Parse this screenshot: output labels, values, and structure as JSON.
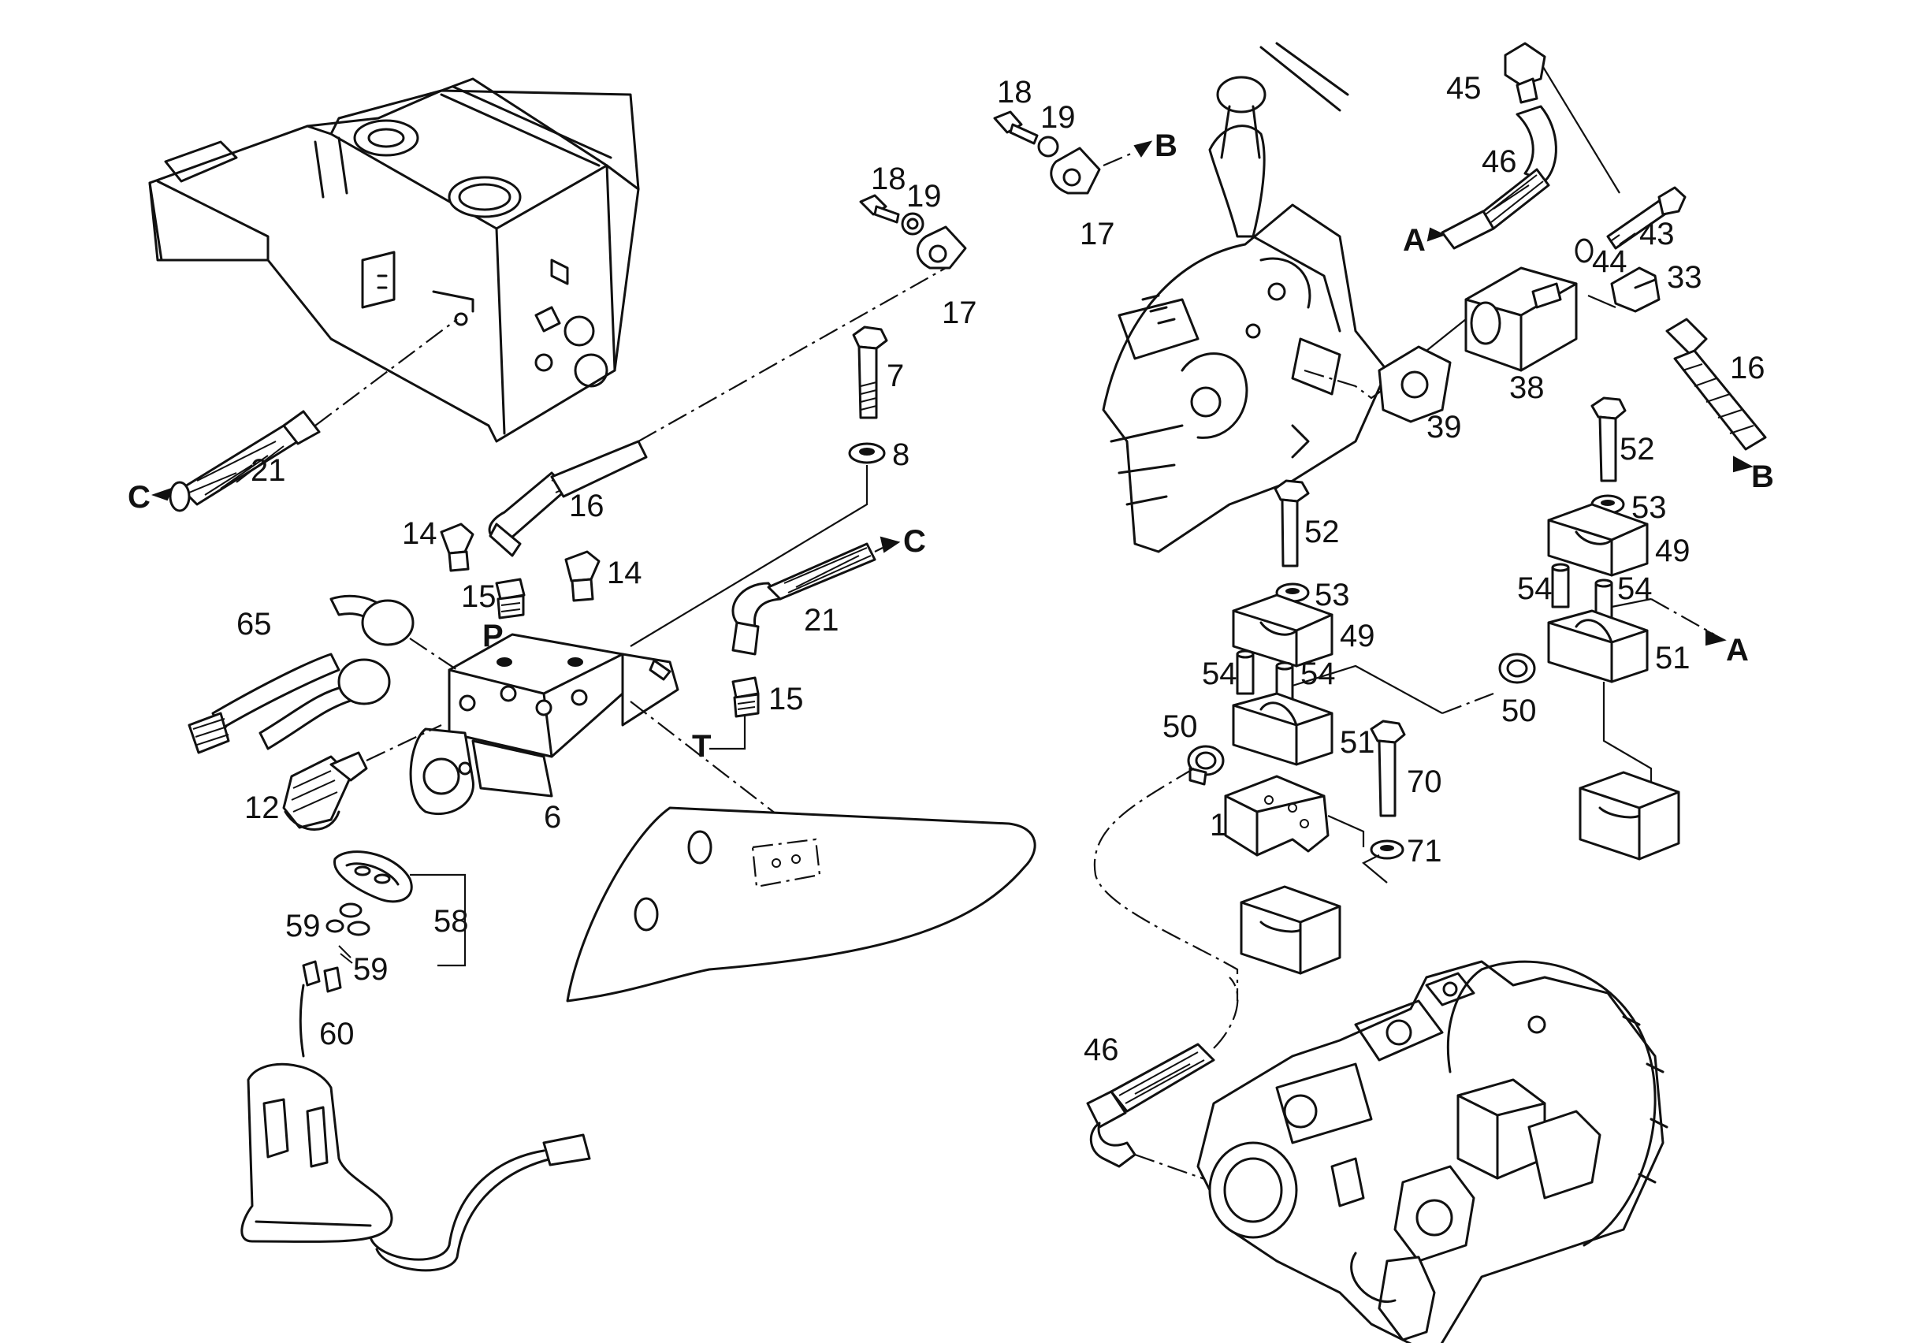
{
  "diagram": {
    "part_labels": {
      "l18a": "18",
      "l19a": "19",
      "l17a": "17",
      "l18b": "18",
      "l19b": "19",
      "l17b": "17",
      "l7": "7",
      "l8": "8",
      "l16a": "16",
      "l21a": "21",
      "l21b": "21",
      "l14a": "14",
      "l14b": "14",
      "l15a": "15",
      "l15b": "15",
      "l65": "65",
      "l12": "12",
      "l6": "6",
      "l58": "58",
      "l59a": "59",
      "l59b": "59",
      "l60": "60",
      "l45": "45",
      "l46a": "46",
      "l43": "43",
      "l44": "44",
      "l33": "33",
      "l38": "38",
      "l39": "39",
      "l16b": "16",
      "l52a": "52",
      "l53a": "53",
      "l49a": "49",
      "l54a": "54",
      "l54b": "54",
      "l51a": "51",
      "l50a": "50",
      "l52b": "52",
      "l53b": "53",
      "l49b": "49",
      "l54c": "54",
      "l54d": "54",
      "l51b": "51",
      "l50b": "50",
      "l70": "70",
      "l71": "71",
      "l1": "1",
      "l46b": "46"
    },
    "connection_markers": {
      "mB1": "B",
      "mB2": "B",
      "mC1": "C",
      "mC2": "C",
      "mA1": "A",
      "mA2": "A",
      "mP": "P",
      "mT": "T"
    }
  }
}
